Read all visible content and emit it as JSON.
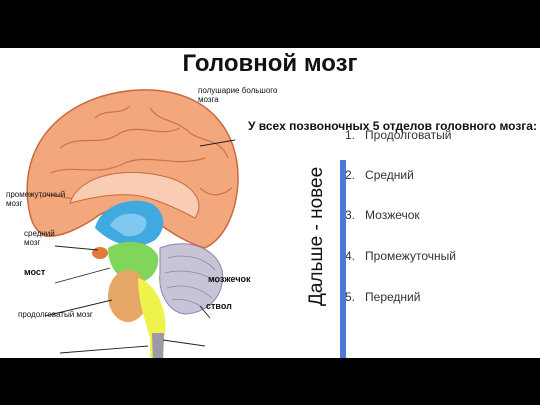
{
  "slide": {
    "title": "Головной мозг",
    "subtitle": "У всех позвоночных 5 отделов головного мозга:",
    "arrow_label": "Дальше - новее",
    "list": [
      {
        "num": "1.",
        "text": "Продолговатый"
      },
      {
        "num": "2.",
        "text": "Средний"
      },
      {
        "num": "3.",
        "text": "Мозжечок"
      },
      {
        "num": "4.",
        "text": "Промежуточный"
      },
      {
        "num": "5.",
        "text": "Передний"
      }
    ]
  },
  "diagram_labels": {
    "hemisphere": "полушарие большого мозга",
    "diencephalon": "промежуточный мозг",
    "midbrain": "средний мозг",
    "pons": "мост",
    "medulla": "продолговатый мозг",
    "cerebellum": "мозжечок",
    "stem": "ствол"
  },
  "colors": {
    "cortex": "#f2a77d",
    "diencephalon": "#3fa9e0",
    "midbrain": "#7fd65a",
    "brainstem": "#eef24a",
    "cerebellum": "#c9c3d8",
    "arrow": "#4a7ad6"
  }
}
